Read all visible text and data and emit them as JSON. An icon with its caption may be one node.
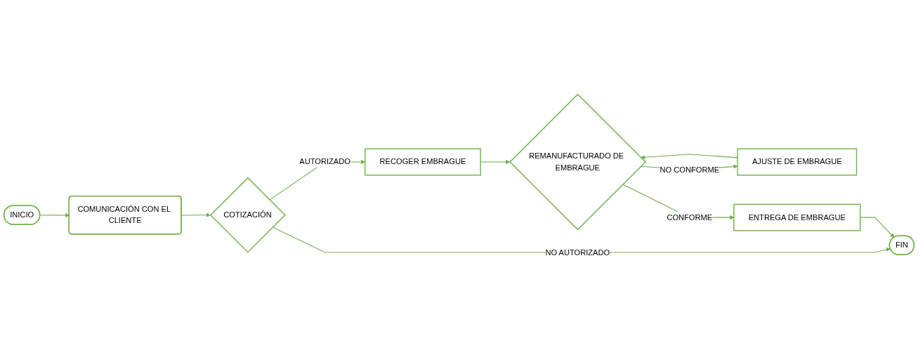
{
  "diagram": {
    "nodes": [
      {
        "text": [
          "INICIO"
        ]
      },
      {
        "text": [
          "COMUNICACIÓN CON EL CLIENTE"
        ]
      },
      {
        "text": [
          "COTIZACIÓN"
        ]
      },
      {
        "text": [
          "RECOGER EMBRAGUE"
        ]
      },
      {
        "text": [
          "AJUSTE DE EMBRAGUE"
        ]
      },
      {
        "text": [
          "REMANUFACTURADO DE EMBRAGUE"
        ]
      },
      {
        "text": [
          "ENTREGA DE EMBRAGUE"
        ]
      },
      {
        "text": [
          "FIN"
        ]
      }
    ],
    "edges": [
      {
        "from": 0,
        "to": 1,
        "arrow": "to"
      },
      {
        "from": 1,
        "to": 2,
        "arrow": "to"
      },
      {
        "from": 2,
        "to": 3,
        "arrow": "to",
        "label": "AUTORIZADO"
      },
      {
        "from": 2,
        "to": 7,
        "arrow": "to",
        "label": "NO AUTORIZADO"
      },
      {
        "from": 3,
        "to": 5,
        "arrow": "to"
      },
      {
        "from": 5,
        "to": 4,
        "arrow": "to",
        "label": "NO CONFORME"
      },
      {
        "from": 4,
        "to": 5,
        "arrow": "to"
      },
      {
        "from": 5,
        "to": 6,
        "arrow": "to",
        "label": "CONFORME"
      },
      {
        "from": 6,
        "to": 7,
        "arrow": "to"
      }
    ]
  }
}
